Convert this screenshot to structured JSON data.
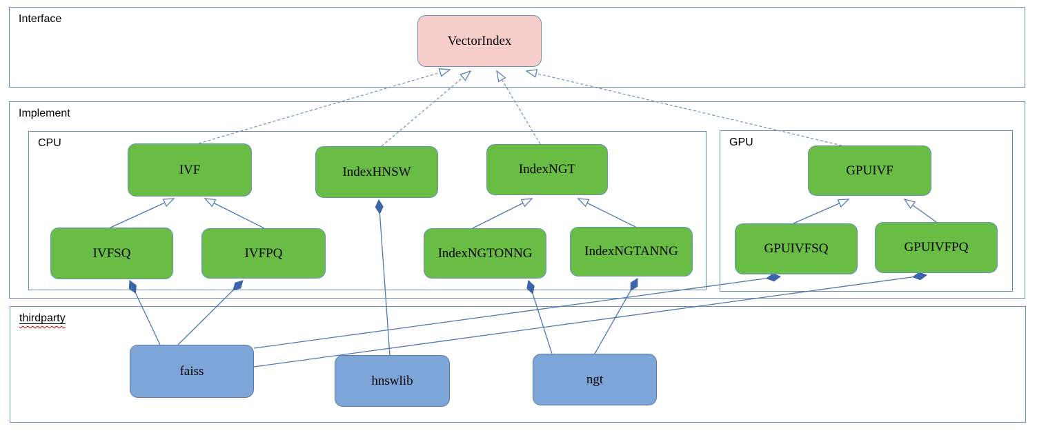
{
  "containers": {
    "interface": {
      "label": "Interface"
    },
    "implement": {
      "label": "Implement"
    },
    "cpu": {
      "label": "CPU"
    },
    "gpu": {
      "label": "GPU"
    },
    "thirdparty": {
      "label": "thirdparty"
    }
  },
  "nodes": {
    "vectorindex": {
      "label": "VectorIndex",
      "type": "interface"
    },
    "ivf": {
      "label": "IVF",
      "type": "implementation"
    },
    "indexhnsw": {
      "label": "IndexHNSW",
      "type": "implementation"
    },
    "indexngt": {
      "label": "IndexNGT",
      "type": "implementation"
    },
    "ivfsq": {
      "label": "IVFSQ",
      "type": "implementation"
    },
    "ivfpq": {
      "label": "IVFPQ",
      "type": "implementation"
    },
    "indexngtonng": {
      "label": "IndexNGTONNG",
      "type": "implementation"
    },
    "indexngtanng": {
      "label": "IndexNGTANNG",
      "type": "implementation"
    },
    "gpuivf": {
      "label": "GPUIVF",
      "type": "implementation"
    },
    "gpuivfsq": {
      "label": "GPUIVFSQ",
      "type": "implementation"
    },
    "gpuivfpq": {
      "label": "GPUIVFPQ",
      "type": "implementation"
    },
    "faiss": {
      "label": "faiss",
      "type": "thirdparty"
    },
    "hnswlib": {
      "label": "hnswlib",
      "type": "thirdparty"
    },
    "ngt": {
      "label": "ngt",
      "type": "thirdparty"
    }
  },
  "relationships": {
    "realizes": [
      {
        "from": "IVF",
        "to": "VectorIndex",
        "style": "dashed-hollow-arrow"
      },
      {
        "from": "IndexHNSW",
        "to": "VectorIndex",
        "style": "dashed-hollow-arrow"
      },
      {
        "from": "IndexNGT",
        "to": "VectorIndex",
        "style": "dashed-hollow-arrow"
      },
      {
        "from": "GPUIVF",
        "to": "VectorIndex",
        "style": "dashed-hollow-arrow"
      }
    ],
    "inherits": [
      {
        "from": "IVFSQ",
        "to": "IVF",
        "style": "solid-hollow-arrow"
      },
      {
        "from": "IVFPQ",
        "to": "IVF",
        "style": "solid-hollow-arrow"
      },
      {
        "from": "IndexNGTONNG",
        "to": "IndexNGT",
        "style": "solid-hollow-arrow"
      },
      {
        "from": "IndexNGTANNG",
        "to": "IndexNGT",
        "style": "solid-hollow-arrow"
      },
      {
        "from": "GPUIVFSQ",
        "to": "GPUIVF",
        "style": "solid-hollow-arrow"
      },
      {
        "from": "GPUIVFPQ",
        "to": "GPUIVF",
        "style": "solid-hollow-arrow"
      }
    ],
    "composes": [
      {
        "from": "faiss",
        "to": "IVFSQ",
        "style": "solid-filled-diamond"
      },
      {
        "from": "faiss",
        "to": "IVFPQ",
        "style": "solid-filled-diamond"
      },
      {
        "from": "faiss",
        "to": "GPUIVFSQ",
        "style": "solid-filled-diamond"
      },
      {
        "from": "faiss",
        "to": "GPUIVFPQ",
        "style": "solid-filled-diamond"
      },
      {
        "from": "hnswlib",
        "to": "IndexHNSW",
        "style": "solid-filled-diamond"
      },
      {
        "from": "ngt",
        "to": "IndexNGTONNG",
        "style": "solid-filled-diamond"
      },
      {
        "from": "ngt",
        "to": "IndexNGTANNG",
        "style": "solid-filled-diamond"
      }
    ]
  },
  "colors": {
    "interface_fill": "#f8cecc",
    "implementation_fill": "#69bd45",
    "thirdparty_fill": "#7da5d8",
    "node_border": "#6c8ebf",
    "thirdparty_border": "#5878ad",
    "container_border": "#6a88b8",
    "edge_solid": "#4d76b3",
    "edge_dashed": "#6c8ebf",
    "diamond_fill": "#3c64a8",
    "spellcheck_underline": "#cc0000"
  }
}
